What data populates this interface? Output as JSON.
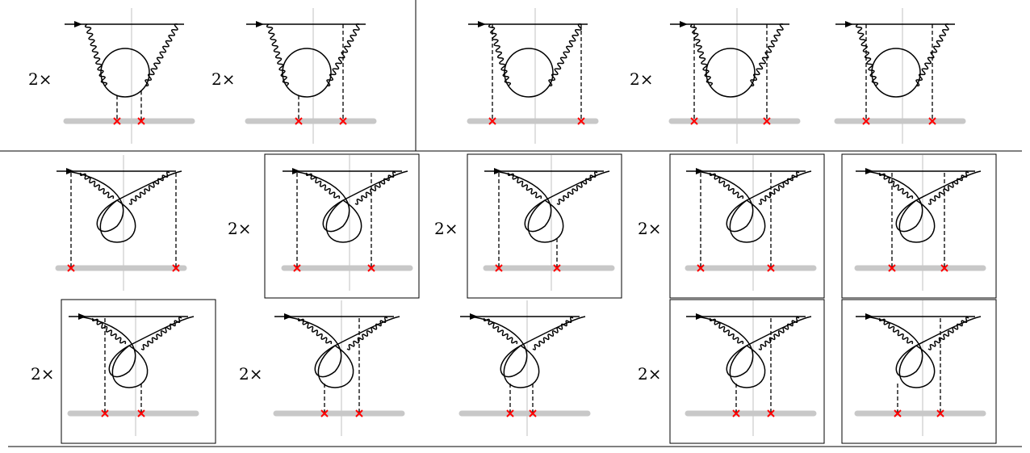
{
  "colors": {
    "line": "#000000",
    "wall": "#c8c8c8",
    "cut": "#cccccc",
    "marker": "#ff0000",
    "frame": "#000000"
  },
  "diagrams": [
    {
      "id": "d01",
      "kind": "loop",
      "multiplicity": "2×",
      "boxed": false,
      "cut": true,
      "legs": [
        "loop-left",
        "loop-right"
      ]
    },
    {
      "id": "d02",
      "kind": "loop",
      "multiplicity": "2×",
      "boxed": false,
      "cut": true,
      "legs": [
        "loop-left",
        "wing-right"
      ]
    },
    {
      "id": "d03",
      "kind": "loop",
      "multiplicity": "",
      "boxed": false,
      "cut": true,
      "legs": [
        "line-left",
        "line-right"
      ]
    },
    {
      "id": "d04",
      "kind": "loop",
      "multiplicity": "2×",
      "boxed": false,
      "cut": true,
      "legs": [
        "line-left",
        "wing-right"
      ]
    },
    {
      "id": "d05",
      "kind": "loop",
      "multiplicity": "",
      "boxed": false,
      "cut": true,
      "legs": [
        "wing-left",
        "wing-right"
      ]
    },
    {
      "id": "d06",
      "kind": "cross",
      "multiplicity": "",
      "boxed": false,
      "cut": true,
      "legs": [
        "line-left",
        "line-right"
      ]
    },
    {
      "id": "d07",
      "kind": "cross",
      "multiplicity": "2×",
      "boxed": true,
      "cut": true,
      "legs": [
        "line-left",
        "wing-right"
      ]
    },
    {
      "id": "d08",
      "kind": "cross",
      "multiplicity": "2×",
      "boxed": true,
      "cut": true,
      "legs": [
        "line-left",
        "loop-right"
      ]
    },
    {
      "id": "d09",
      "kind": "cross",
      "multiplicity": "2×",
      "boxed": true,
      "cut": true,
      "legs": [
        "line-left",
        "wing-right-inner"
      ]
    },
    {
      "id": "d10",
      "kind": "cross",
      "multiplicity": "",
      "boxed": true,
      "cut": true,
      "legs": [
        "wing-left",
        "wing-right"
      ]
    },
    {
      "id": "d11",
      "kind": "cross",
      "multiplicity": "2×",
      "boxed": true,
      "cut": true,
      "legs": [
        "wing-left",
        "loop-right"
      ]
    },
    {
      "id": "d12",
      "kind": "cross",
      "multiplicity": "2×",
      "boxed": false,
      "cut": true,
      "legs": [
        "loop-left",
        "wing-right-inner"
      ]
    },
    {
      "id": "d13",
      "kind": "cross",
      "multiplicity": "",
      "boxed": false,
      "cut": true,
      "legs": [
        "loop-left",
        "loop-right"
      ]
    },
    {
      "id": "d14",
      "kind": "cross",
      "multiplicity": "2×",
      "boxed": true,
      "cut": true,
      "legs": [
        "loop-left",
        "wing-right-inner"
      ]
    },
    {
      "id": "d15",
      "kind": "cross",
      "multiplicity": "",
      "boxed": true,
      "cut": true,
      "legs": [
        "wing-left-inner",
        "wing-right-inner"
      ]
    }
  ]
}
